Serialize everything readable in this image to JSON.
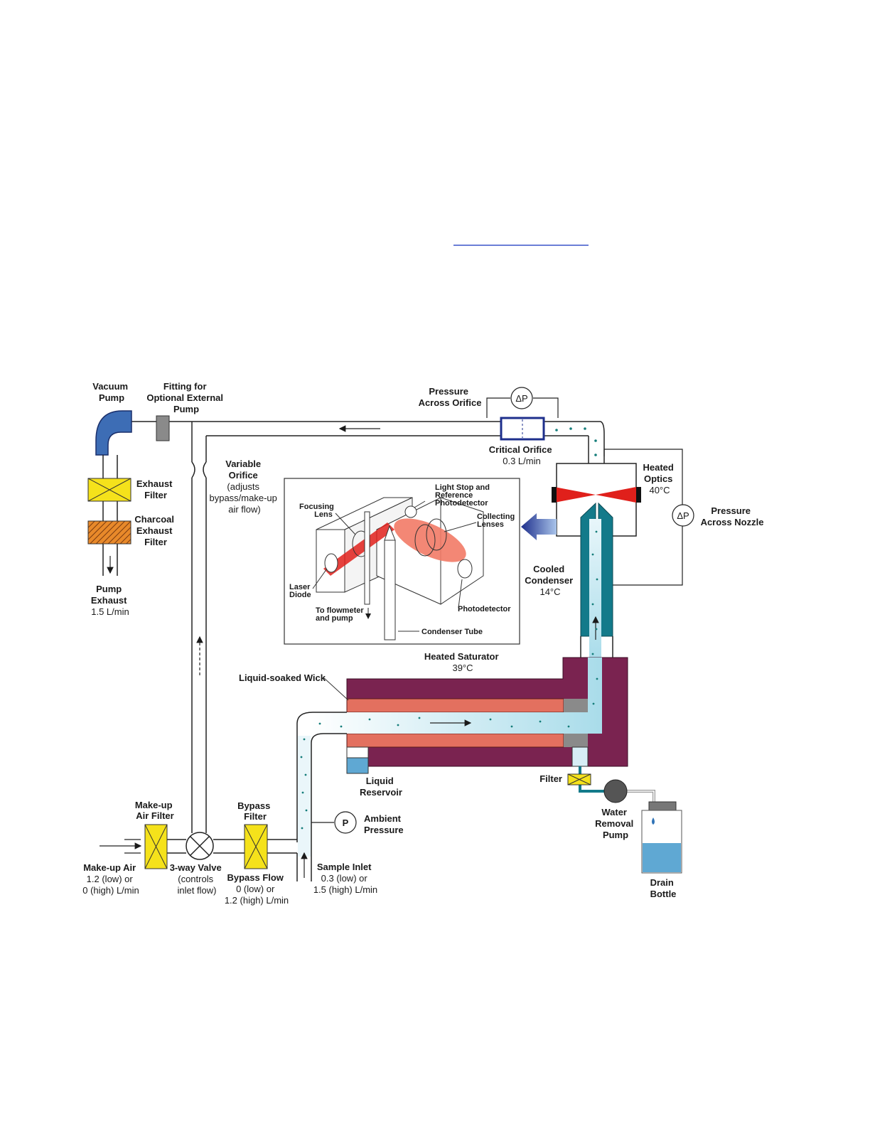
{
  "labels": {
    "vacuum_pump": [
      "Vacuum",
      "Pump"
    ],
    "fitting": [
      "Fitting for",
      "Optional External",
      "Pump"
    ],
    "pressure_orifice": [
      "Pressure",
      "Across Orifice"
    ],
    "critical_orifice": [
      "Critical Orifice",
      "0.3 L/min"
    ],
    "heated_optics": [
      "Heated",
      "Optics",
      "40°C"
    ],
    "pressure_nozzle": [
      "Pressure",
      "Across Nozzle"
    ],
    "delta_p": "ΔP",
    "exhaust_filter": [
      "Exhaust",
      "Filter"
    ],
    "charcoal_filter": [
      "Charcoal",
      "Exhaust",
      "Filter"
    ],
    "pump_exhaust": [
      "Pump",
      "Exhaust",
      "1.5 L/min"
    ],
    "variable_orifice": [
      "Variable",
      "Orifice",
      "(adjusts",
      "bypass/make-up",
      "air flow)"
    ],
    "cooled_condenser": [
      "Cooled",
      "Condenser",
      "14°C"
    ],
    "heated_saturator": [
      "Heated Saturator",
      "39°C"
    ],
    "wick": "Liquid-soaked Wick",
    "liquid_reservoir": [
      "Liquid",
      "Reservoir"
    ],
    "filter": "Filter",
    "water_removal": [
      "Water",
      "Removal",
      "Pump"
    ],
    "drain_bottle": [
      "Drain",
      "Bottle"
    ],
    "makeup_filter": [
      "Make-up",
      "Air Filter"
    ],
    "bypass_filter": [
      "Bypass",
      "Filter"
    ],
    "ambient_pressure": [
      "Ambient",
      "Pressure"
    ],
    "p_symbol": "P",
    "makeup_air": [
      "Make-up Air",
      "1.2 (low) or",
      "0 (high) L/min"
    ],
    "three_way": [
      "3-way Valve",
      "(controls",
      "inlet flow)"
    ],
    "bypass_flow": [
      "Bypass Flow",
      "0 (low) or",
      "1.2 (high) L/min"
    ],
    "sample_inlet": [
      "Sample Inlet",
      "0.3 (low) or",
      "1.5 (high) L/min"
    ]
  },
  "inset": {
    "light_stop": [
      "Light Stop and",
      "Reference",
      "Photodetector"
    ],
    "focusing_lens": [
      "Focusing",
      "Lens"
    ],
    "collecting_lenses": [
      "Collecting",
      "Lenses"
    ],
    "laser_diode": [
      "Laser",
      "Diode"
    ],
    "photodetector": "Photodetector",
    "to_flowmeter": [
      "To flowmeter",
      "and pump"
    ],
    "condenser_tube": "Condenser Tube"
  },
  "colors": {
    "pump_blue": "#3d6db5",
    "filter_yellow": "#f5e21b",
    "charcoal_orange": "#e8892a",
    "saturator_purple": "#7a2350",
    "wick_salmon": "#e3705f",
    "condenser_teal": "#137a8a",
    "laser_red": "#e0201b",
    "flow_light_blue": "#bfe6f0",
    "arrow_navy": "#1e2f8c"
  }
}
